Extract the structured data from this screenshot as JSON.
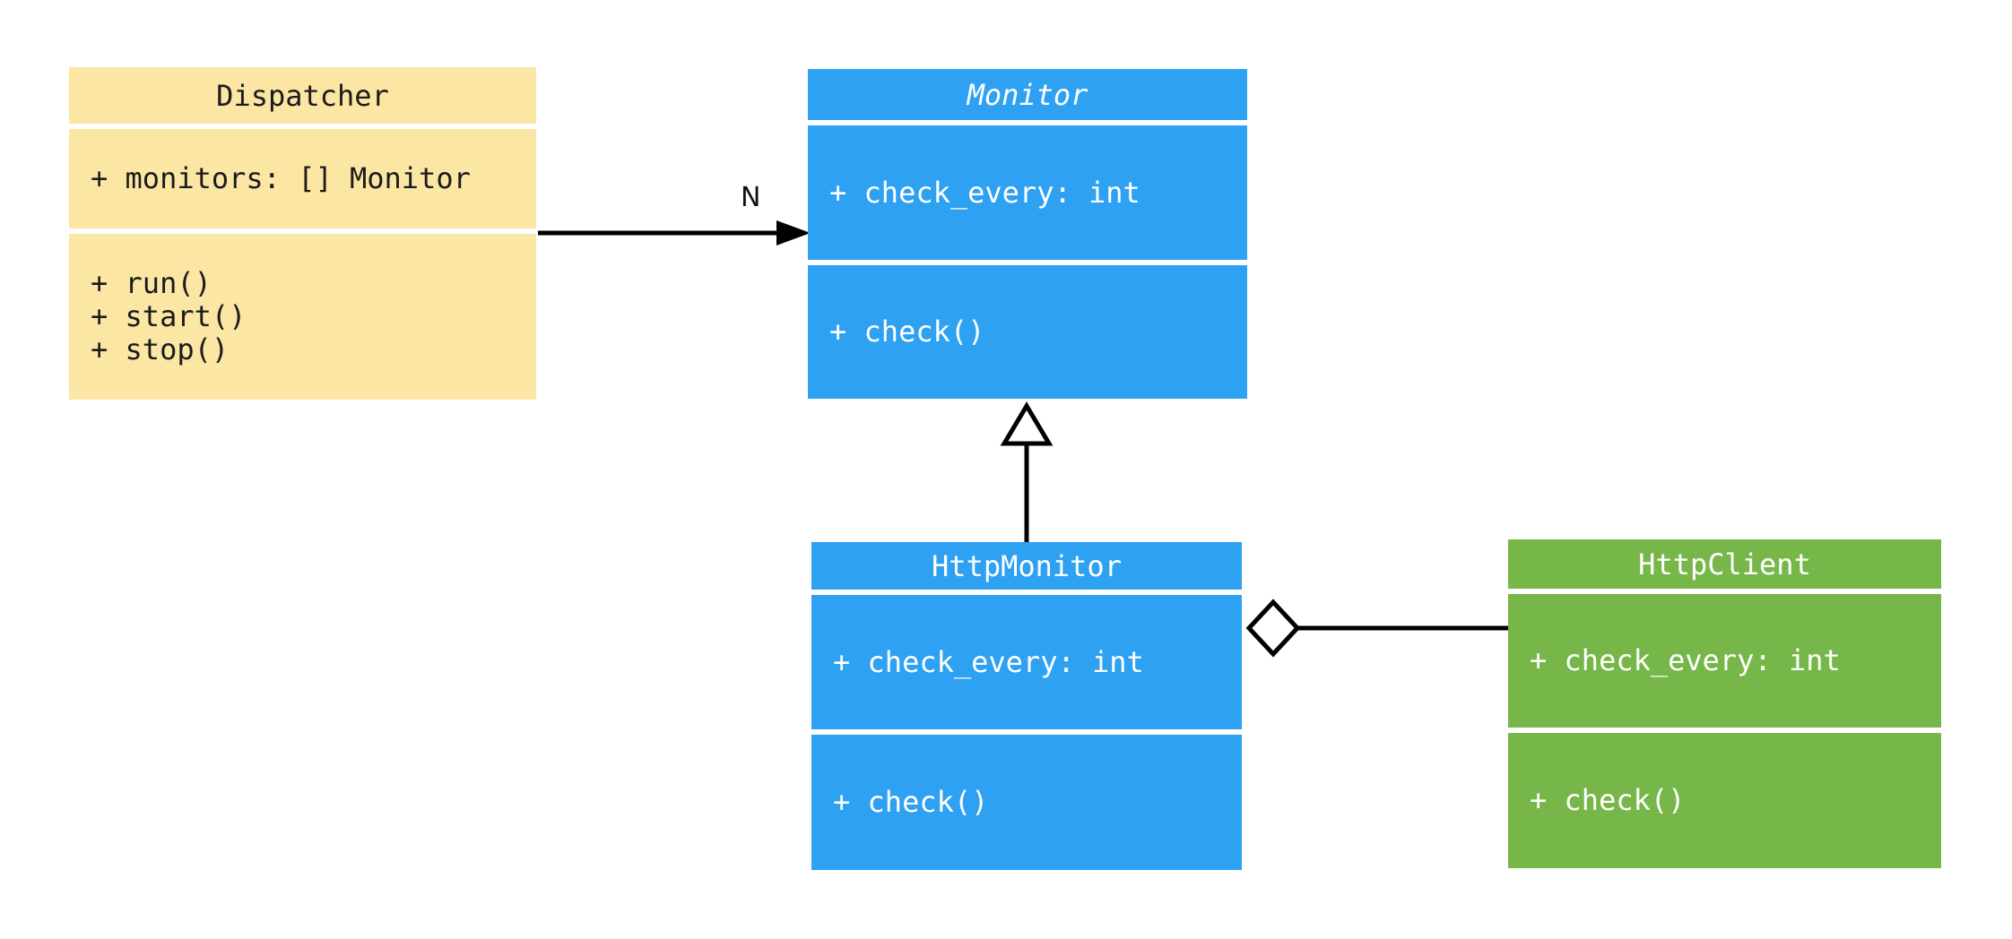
{
  "diagram": {
    "kind": "uml-class-diagram",
    "colors": {
      "dispatcher_fill": "#FBE6A4",
      "monitor_fill": "#2FA1F3",
      "httpmonitor_fill": "#2FA1F3",
      "httpclient_fill": "#77B74A",
      "connector": "#000000",
      "dark_text": "#1b1b1b",
      "light_text": "#ffffff",
      "background": "#ffffff"
    },
    "classes": [
      {
        "name": "Dispatcher",
        "abstract": false,
        "fill": "#FBE6A4",
        "attributes": [
          "+ monitors: [] Monitor"
        ],
        "methods": [
          "+ run()",
          "+ start()",
          "+ stop()"
        ]
      },
      {
        "name": "Monitor",
        "abstract": true,
        "fill": "#2FA1F3",
        "attributes": [
          "+ check_every: int"
        ],
        "methods": [
          "+ check()"
        ]
      },
      {
        "name": "HttpMonitor",
        "abstract": false,
        "fill": "#2FA1F3",
        "attributes": [
          "+ check_every: int"
        ],
        "methods": [
          "+ check()"
        ]
      },
      {
        "name": "HttpClient",
        "abstract": false,
        "fill": "#77B74A",
        "attributes": [
          "+ check_every: int"
        ],
        "methods": [
          "+ check()"
        ]
      }
    ],
    "relationships": [
      {
        "type": "association",
        "from": "Dispatcher",
        "to": "Monitor",
        "label": "N"
      },
      {
        "type": "inheritance",
        "from": "HttpMonitor",
        "to": "Monitor",
        "label": ""
      },
      {
        "type": "aggregation",
        "from": "HttpMonitor",
        "to": "HttpClient",
        "label": ""
      }
    ]
  }
}
